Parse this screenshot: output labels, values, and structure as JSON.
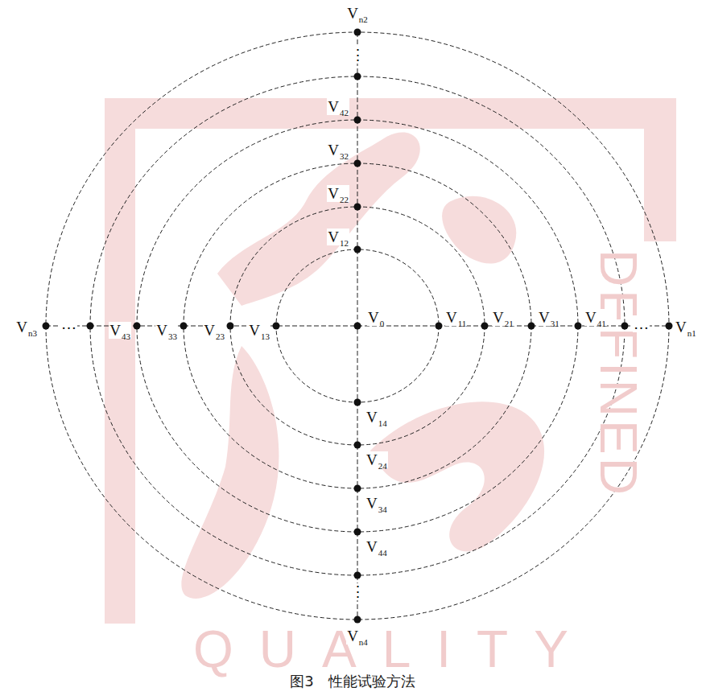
{
  "diagram": {
    "caption": "图3　性能试验方法",
    "labels": [
      "V0",
      "V11",
      "V21",
      "V31",
      "V41",
      "…",
      "Vn1",
      "V12",
      "V22",
      "V32",
      "V42",
      "⋮",
      "Vn2",
      "V13",
      "V23",
      "V33",
      "V43",
      "…",
      "Vn3",
      "V14",
      "V24",
      "V34",
      "V44",
      "⋮",
      "Vn4",
      "DEFINED",
      "QUALITY"
    ]
  }
}
